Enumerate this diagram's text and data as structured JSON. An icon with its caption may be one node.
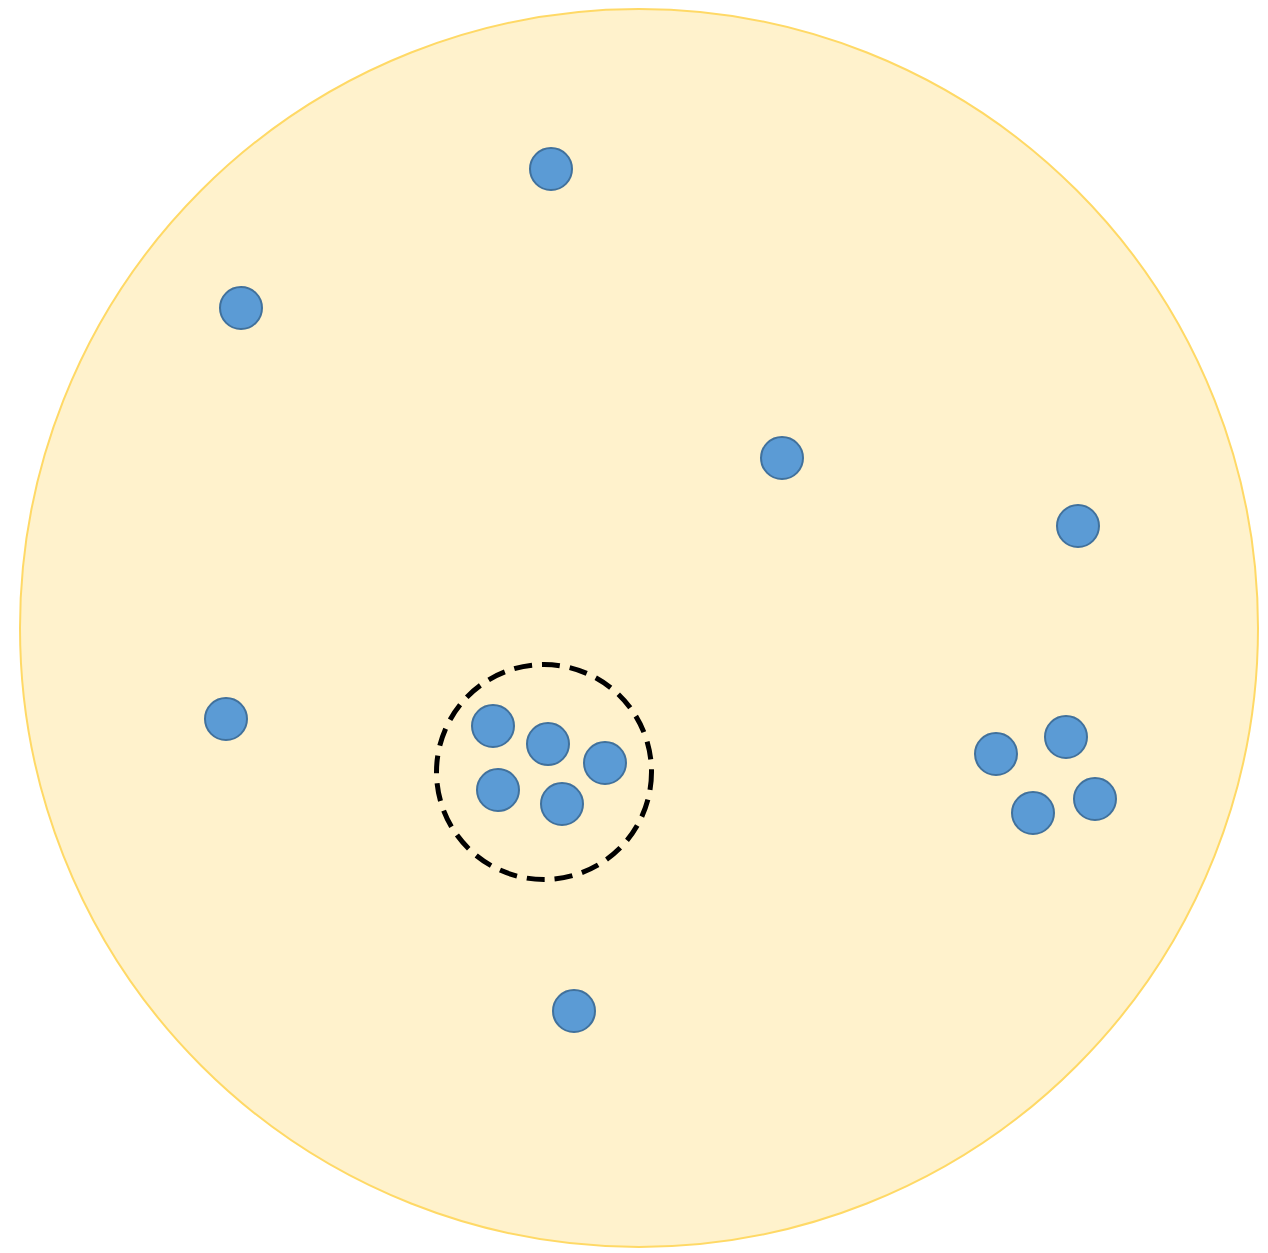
{
  "diagram": {
    "nodes": [
      {
        "text": [],
        "shape": "circle"
      },
      {
        "text": [],
        "shape": "circle",
        "in": 0
      },
      {
        "text": [],
        "shape": "circle",
        "in": 0
      },
      {
        "text": [],
        "shape": "circle",
        "in": 0
      },
      {
        "text": [],
        "shape": "circle",
        "in": 0
      },
      {
        "text": [],
        "shape": "circle",
        "in": 0
      },
      {
        "text": [],
        "shape": "circle",
        "in": 0
      },
      {
        "text": [],
        "shape": "circle",
        "in": 6
      },
      {
        "text": [],
        "shape": "circle",
        "in": 6
      },
      {
        "text": [],
        "shape": "circle",
        "in": 6
      },
      {
        "text": [],
        "shape": "circle",
        "in": 6
      },
      {
        "text": [],
        "shape": "circle",
        "in": 6
      },
      {
        "text": [],
        "shape": "circle",
        "in": 0
      },
      {
        "text": [],
        "shape": "circle",
        "in": 0
      },
      {
        "text": [],
        "shape": "circle",
        "in": 0
      },
      {
        "text": [],
        "shape": "circle",
        "in": 0
      },
      {
        "text": [],
        "shape": "circle",
        "in": 0
      }
    ]
  }
}
